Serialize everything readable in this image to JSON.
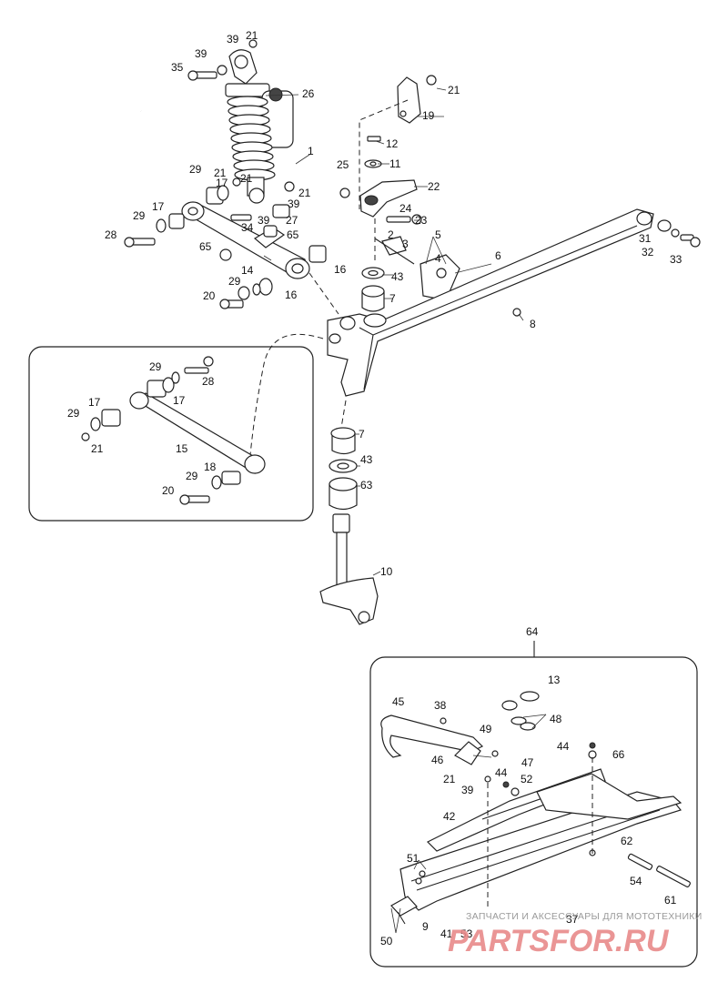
{
  "diagram": {
    "labels": {
      "l1": "1",
      "l2": "2",
      "l3": "3",
      "l4": "4",
      "l5": "5",
      "l6": "6",
      "l7a": "7",
      "l7b": "7",
      "l8": "8",
      "l9": "9",
      "l10": "10",
      "l11": "11",
      "l12": "12",
      "l13": "13",
      "l14": "14",
      "l15": "15",
      "l16a": "16",
      "l16b": "16",
      "l17a": "17",
      "l17b": "17",
      "l17c": "17",
      "l17d": "17",
      "l18": "18",
      "l19": "19",
      "l20a": "20",
      "l20b": "20",
      "l21a": "21",
      "l21b": "21",
      "l21c": "21",
      "l21d": "21",
      "l21e": "21",
      "l21f": "21",
      "l22": "22",
      "l23": "23",
      "l24": "24",
      "l25": "25",
      "l26": "26",
      "l27": "27",
      "l28a": "28",
      "l28b": "28",
      "l29a": "29",
      "l29b": "29",
      "l29c": "29",
      "l29d": "29",
      "l29e": "29",
      "l31": "31",
      "l32": "32",
      "l33": "33",
      "l34": "34",
      "l35": "35",
      "l37": "37",
      "l38": "38",
      "l39a": "39",
      "l39b": "39",
      "l39c": "39",
      "l39d": "39",
      "l41": "41",
      "l42": "42",
      "l43a": "43",
      "l43b": "43",
      "l44a": "44",
      "l44b": "44",
      "l45": "45",
      "l46": "46",
      "l47": "47",
      "l48": "48",
      "l49": "49",
      "l50": "50",
      "l51": "51",
      "l52": "52",
      "l53": "53",
      "l54": "54",
      "l61": "61",
      "l62": "62",
      "l63": "63",
      "l64": "64",
      "l65a": "65",
      "l65b": "65",
      "l66": "66"
    },
    "watermark": {
      "caption": "ЗАПЧАСТИ И АКСЕССУАРЫ ДЛЯ МОТОТЕХНИКИ",
      "logo": "PARTSFOR.RU"
    }
  }
}
